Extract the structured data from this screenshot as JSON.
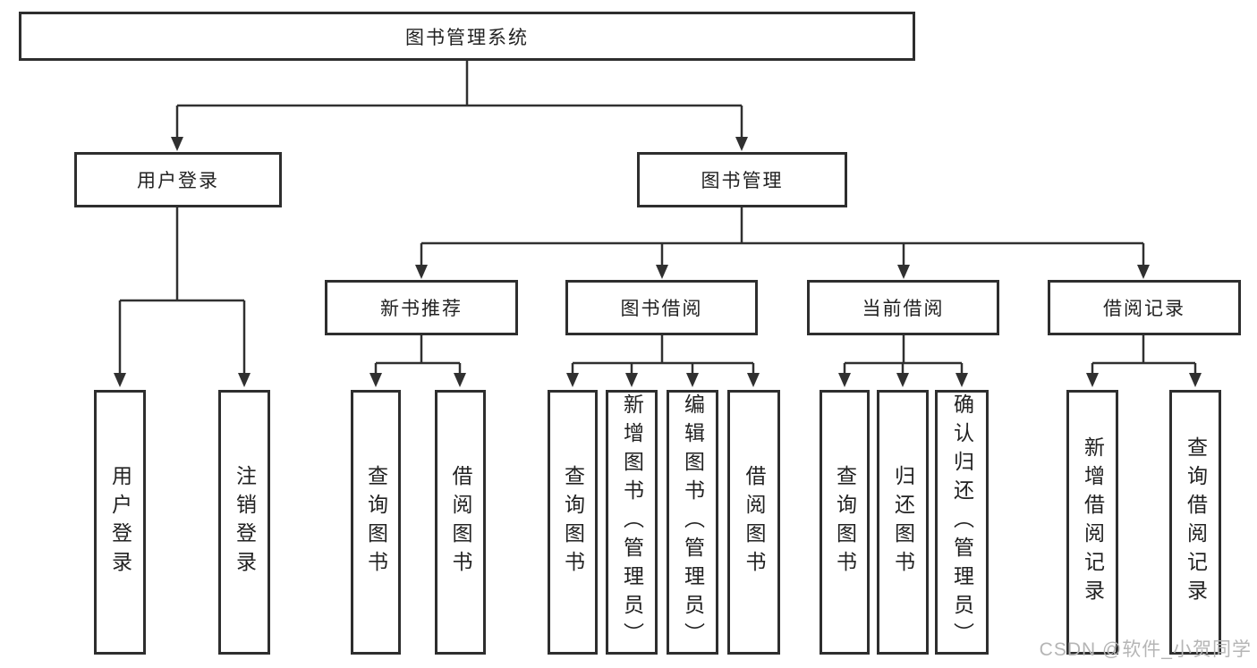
{
  "diagram": {
    "root": "图书管理系统",
    "branches": {
      "user_login": {
        "label": "用户登录",
        "children": {
          "login": "用户登录",
          "logout": "注销登录"
        }
      },
      "book_mgmt": {
        "label": "图书管理",
        "sections": {
          "new_book_rec": {
            "label": "新书推荐",
            "children": {
              "query_book": "查询图书",
              "borrow_book": "借阅图书"
            }
          },
          "book_borrow": {
            "label": "图书借阅",
            "children": {
              "query_book": "查询图书",
              "add_book_admin": "新增图书（管理员）",
              "edit_book_admin": "编辑图书（管理员）",
              "borrow_book": "借阅图书"
            }
          },
          "current_borrow": {
            "label": "当前借阅",
            "children": {
              "query_book": "查询图书",
              "return_book": "归还图书",
              "confirm_return_admin": "确认归还（管理员）"
            }
          },
          "borrow_records": {
            "label": "借阅记录",
            "children": {
              "add_record": "新增借阅记录",
              "query_record": "查询借阅记录"
            }
          }
        }
      }
    }
  },
  "watermark": {
    "text": "CSDN @软件_小贺同学"
  },
  "colors": {
    "line": "#303030",
    "border": "#2e2e2e",
    "text": "#222222",
    "watermark": "#b5b5b5",
    "background": "#ffffff"
  }
}
